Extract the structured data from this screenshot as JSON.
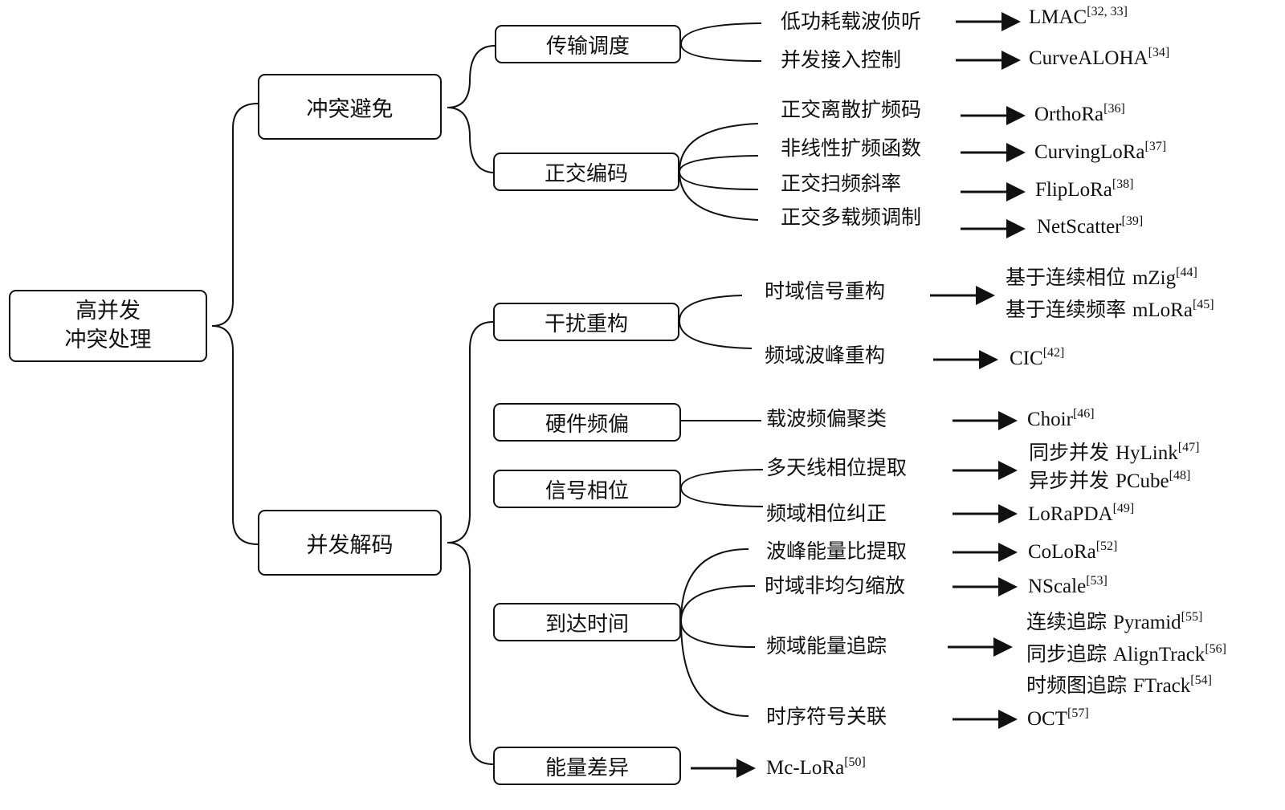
{
  "root": {
    "lines": [
      "高并发",
      "冲突处理"
    ]
  },
  "level1": [
    {
      "label": "冲突避免"
    },
    {
      "label": "并发解码"
    }
  ],
  "level2": [
    {
      "label": "传输调度"
    },
    {
      "label": "正交编码"
    },
    {
      "label": "干扰重构"
    },
    {
      "label": "硬件频偏"
    },
    {
      "label": "信号相位"
    },
    {
      "label": "到达时间"
    },
    {
      "label": "能量差异"
    }
  ],
  "methods": [
    "低功耗载波侦听",
    "并发接入控制",
    "正交离散扩频码",
    "非线性扩频函数",
    "正交扫频斜率",
    "正交多载频调制",
    "时域信号重构",
    "频域波峰重构",
    "载波频偏聚类",
    "多天线相位提取",
    "频域相位纠正",
    "波峰能量比提取",
    "时域非均匀缩放",
    "频域能量追踪",
    "时序符号关联"
  ],
  "works": [
    {
      "prefix": "",
      "name": "LMAC",
      "ref": "[32, 33]"
    },
    {
      "prefix": "",
      "name": "CurveALOHA",
      "ref": "[34]"
    },
    {
      "prefix": "",
      "name": "OrthoRa",
      "ref": "[36]"
    },
    {
      "prefix": "",
      "name": "CurvingLoRa",
      "ref": "[37]"
    },
    {
      "prefix": "",
      "name": "FlipLoRa",
      "ref": "[38]"
    },
    {
      "prefix": "",
      "name": "NetScatter",
      "ref": "[39]"
    },
    {
      "prefix": "基于连续相位 ",
      "name": "mZig",
      "ref": "[44]"
    },
    {
      "prefix": "基于连续频率 ",
      "name": "mLoRa",
      "ref": "[45]"
    },
    {
      "prefix": "",
      "name": "CIC",
      "ref": "[42]"
    },
    {
      "prefix": "",
      "name": "Choir",
      "ref": "[46]"
    },
    {
      "prefix": "同步并发 ",
      "name": "HyLink",
      "ref": "[47]"
    },
    {
      "prefix": "异步并发 ",
      "name": "PCube",
      "ref": "[48]"
    },
    {
      "prefix": "",
      "name": "LoRaPDA",
      "ref": "[49]"
    },
    {
      "prefix": "",
      "name": "CoLoRa",
      "ref": "[52]"
    },
    {
      "prefix": "",
      "name": "NScale",
      "ref": "[53]"
    },
    {
      "prefix": "连续追踪 ",
      "name": "Pyramid",
      "ref": "[55]"
    },
    {
      "prefix": "同步追踪 ",
      "name": "AlignTrack",
      "ref": "[56]"
    },
    {
      "prefix": "时频图追踪 ",
      "name": "FTrack",
      "ref": "[54]"
    },
    {
      "prefix": "",
      "name": "OCT",
      "ref": "[57]"
    },
    {
      "prefix": "",
      "name": "Mc-LoRa",
      "ref": "[50]"
    }
  ]
}
